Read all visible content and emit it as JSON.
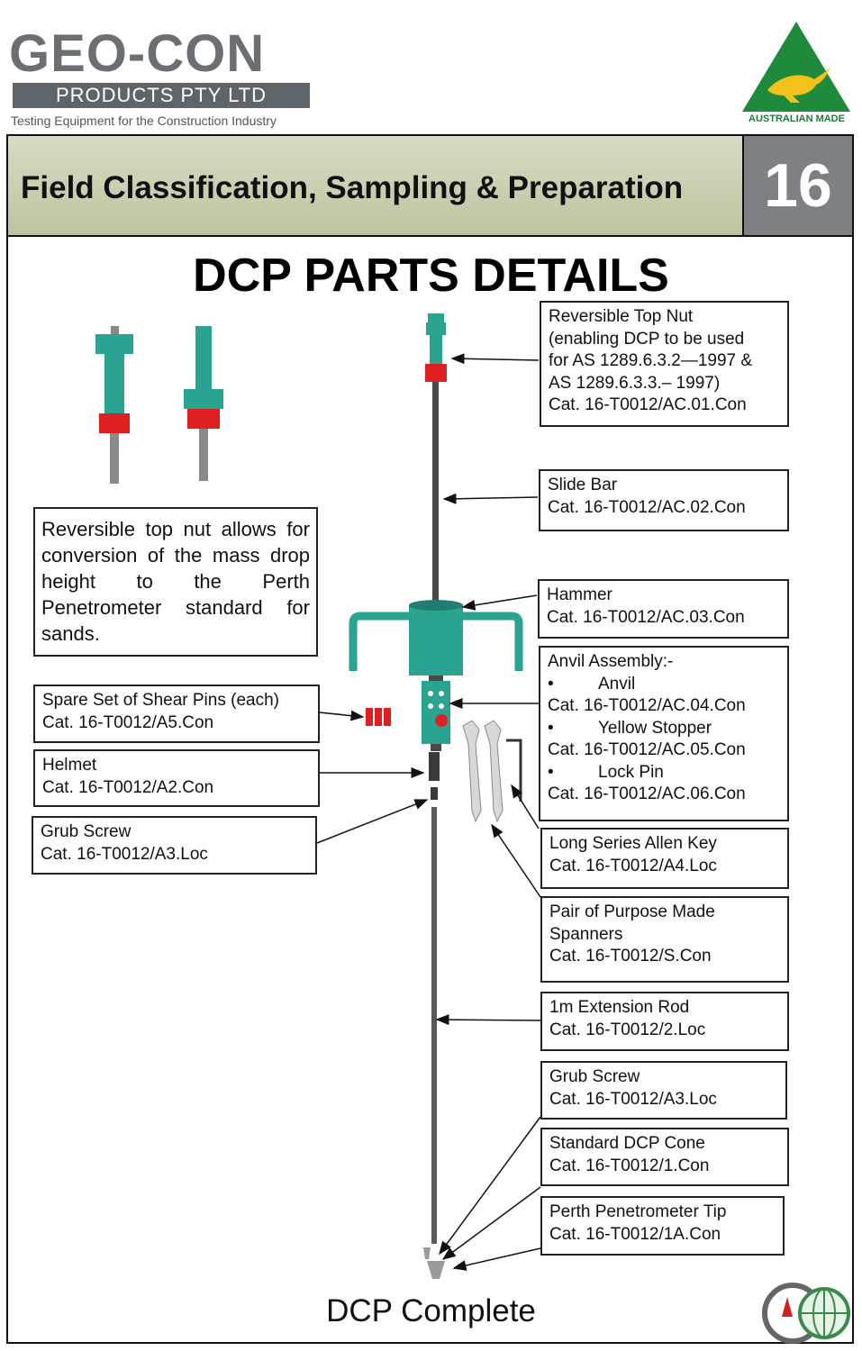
{
  "header": {
    "brand": "GEO-CON",
    "subtitle": "PRODUCTS PTY LTD",
    "tagline": "Testing Equipment for the Construction Industry",
    "badge_caption": "AUSTRALIAN MADE"
  },
  "banner": {
    "section_title": "Field Classification, Sampling & Preparation",
    "chapter_number": "16"
  },
  "page": {
    "title": "DCP PARTS DETAILS",
    "footer_caption": "DCP Complete"
  },
  "note": {
    "text": "Reversible top nut allows for conversion of the mass drop height to the Perth Penetrometer standard for sands."
  },
  "labels": {
    "top_nut": [
      "Reversible Top Nut",
      "(enabling DCP to be used",
      "for AS 1289.6.3.2—1997 &",
      "AS 1289.6.3.3.– 1997)",
      "Cat. 16-T0012/AC.01.Con"
    ],
    "slide_bar": [
      "Slide Bar",
      "Cat. 16-T0012/AC.02.Con"
    ],
    "hammer": [
      "Hammer",
      "Cat. 16-T0012/AC.03.Con"
    ],
    "anvil_assembly": {
      "heading": "Anvil Assembly:-",
      "bullet": "•",
      "items": [
        {
          "name": "Anvil",
          "cat": "Cat. 16-T0012/AC.04.Con"
        },
        {
          "name": "Yellow Stopper",
          "cat": "Cat. 16-T0012/AC.05.Con"
        },
        {
          "name": "Lock Pin",
          "cat": "Cat. 16-T0012/AC.06.Con"
        }
      ]
    },
    "shear_pins": [
      "Spare Set of Shear Pins (each)",
      "Cat. 16-T0012/A5.Con"
    ],
    "helmet": [
      "Helmet",
      "Cat. 16-T0012/A2.Con"
    ],
    "grub_screw_left": [
      "Grub Screw",
      "Cat. 16-T0012/A3.Loc"
    ],
    "allen_key": [
      "Long Series Allen Key",
      "Cat. 16-T0012/A4.Loc"
    ],
    "spanners": [
      "Pair of Purpose Made",
      "Spanners",
      "Cat. 16-T0012/S.Con"
    ],
    "extension_rod": [
      "1m Extension Rod",
      "Cat. 16-T0012/2.Loc"
    ],
    "grub_screw_right": [
      "Grub Screw",
      "Cat. 16-T0012/A3.Loc"
    ],
    "dcp_cone": [
      "Standard DCP Cone",
      "Cat. 16-T0012/1.Con"
    ],
    "perth_tip": [
      "Perth Penetrometer Tip",
      "Cat. 16-T0012/1A.Con"
    ]
  },
  "colors": {
    "teal": "#2aa391",
    "red": "#e02020",
    "banner_olive": "#c8ccab",
    "chapter_grey": "#7e8083"
  }
}
